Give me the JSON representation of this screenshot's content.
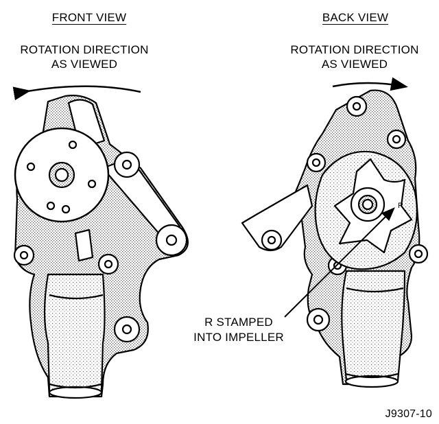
{
  "front": {
    "title": "FRONT VIEW",
    "caption_line1": "ROTATION DIRECTION",
    "caption_line2": "AS VIEWED"
  },
  "back": {
    "title": "BACK VIEW",
    "caption_line1": "ROTATION DIRECTION",
    "caption_line2": "AS VIEWED"
  },
  "callout": {
    "line1": "R STAMPED",
    "line2": "INTO IMPELLER",
    "impeller_mark": "R"
  },
  "figure_id": "J9307-10",
  "colors": {
    "ink": "#000000",
    "paper": "#ffffff",
    "shade": "#bdbdbd"
  }
}
